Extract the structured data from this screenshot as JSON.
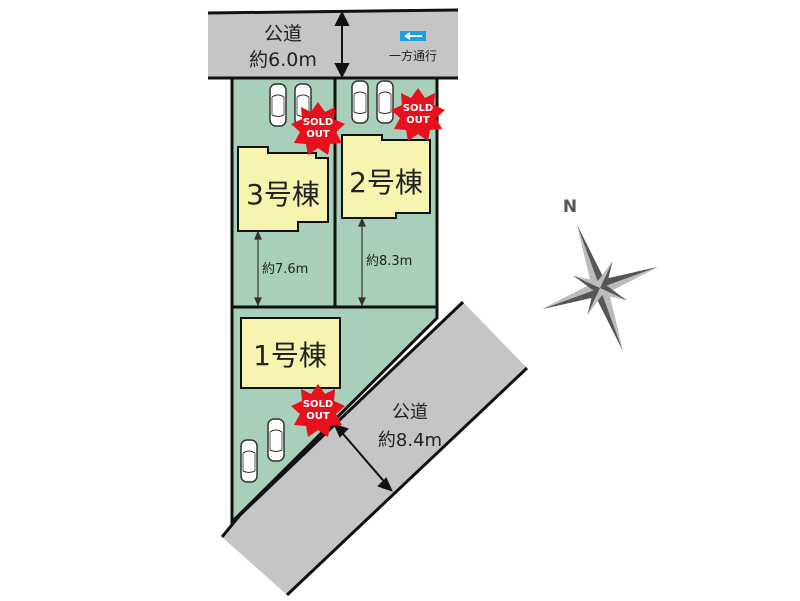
{
  "colors": {
    "lot": "#a8cfb9",
    "building": "#f6f4ae",
    "road": "#c5c5c5",
    "sold_out": "#e8101c",
    "one_way_sign": "#1aa0e0"
  },
  "top_road": {
    "label": "公道",
    "width": "約6.0m",
    "one_way": "一方通行",
    "one_way_icon": "arrow-left-icon"
  },
  "diagonal_road": {
    "label": "公道",
    "width": "約8.4m"
  },
  "buildings": [
    {
      "label": "3号棟",
      "badge": "SOLD OUT",
      "depth": "約7.6m"
    },
    {
      "label": "2号棟",
      "badge": "SOLD OUT",
      "depth": "約8.3m"
    },
    {
      "label": "1号棟",
      "badge": "SOLD OUT"
    }
  ],
  "compass": {
    "north": "N"
  }
}
